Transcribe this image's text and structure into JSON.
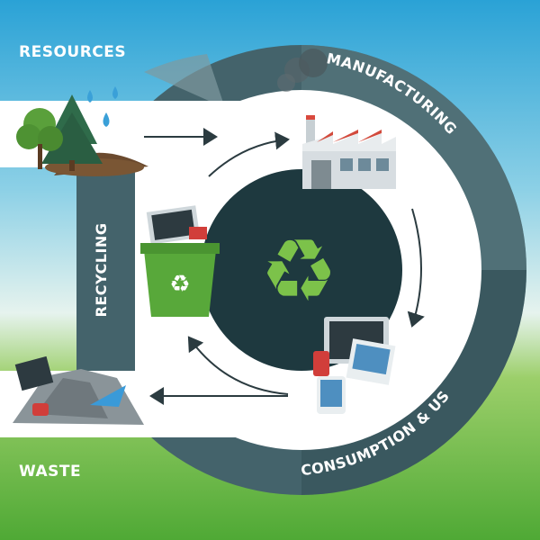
{
  "labels": {
    "resources": "RESOURCES",
    "manufacturing": "MANUFACTURING",
    "recycling": "RECYCLING",
    "consumption": "CONSUMPTION & USE",
    "waste": "WASTE"
  },
  "colors": {
    "sky_top": "#2ea6d8",
    "sky_mid": "#bfe3ea",
    "grass": "#5fb33a",
    "ring_dark": "#3d5a63",
    "ring_light": "#7e9aa0",
    "center_dark": "#1f3a40",
    "recycle_green": "#7cc24a"
  },
  "icons": {
    "resources": "tree-and-water-drops-icon",
    "manufacturing": "factory-icon",
    "consumption": "electronics-devices-icon",
    "recycling": "recycle-bin-icon",
    "waste": "garbage-pile-icon",
    "center": "recycle-symbol-icon"
  }
}
